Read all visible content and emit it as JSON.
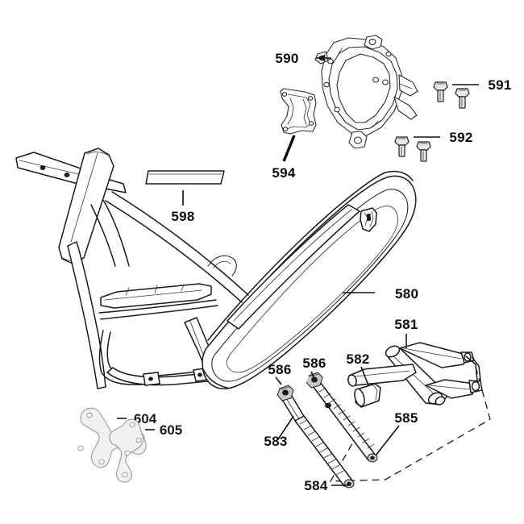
{
  "diagram": {
    "title": "Frame And Swingarm Exploded Parts Diagram",
    "background_color": "#ffffff",
    "line_color": "#1a1a1a",
    "label_color": "#0d0d0d",
    "ghost_part_color": "#f2f1ef"
  },
  "labels": {
    "n580": "580",
    "n581": "581",
    "n582": "582",
    "n583": "583",
    "n584": "584",
    "n585": "585",
    "n586a": "586",
    "n586b": "586",
    "n590": "590",
    "n591": "591",
    "n592": "592",
    "n594": "594",
    "n598": "598",
    "n604": "604",
    "n605": "605"
  },
  "parts": [
    {
      "ref": "580",
      "name": "main-frame",
      "description": "Motorcycle frame assembly with steering head, down tube, lower rails and rear seat loop",
      "leader": "horizontal line to rear frame loop"
    },
    {
      "ref": "581",
      "name": "swing-arm",
      "description": "Swing arm / rear fork pivot assembly",
      "leader": "vertical line down to swingarm"
    },
    {
      "ref": "582",
      "name": "bushing-sleeve",
      "description": "Cylindrical pivot bushing sleeve",
      "leader": "angled line down-right to bushing"
    },
    {
      "ref": "583",
      "name": "tie-rod-upper",
      "description": "Threaded tie rod / adjuster rod, upper",
      "leader": "angled line up-right to rod body"
    },
    {
      "ref": "584",
      "name": "tie-rod-lower",
      "description": "Threaded tie rod / adjuster rod, lower",
      "leader": "horizontal line right to rod end"
    },
    {
      "ref": "585",
      "name": "pivot-bolt",
      "description": "Pivot bolt / fastener at rod junction",
      "leader": "angled line down-left to bolt head"
    },
    {
      "ref": "586",
      "name": "rod-nut-a",
      "description": "Lock nut for tie rod",
      "leader": "angled line down-right to nut"
    },
    {
      "ref": "586",
      "name": "rod-nut-b",
      "description": "Lock nut for tie rod",
      "leader": "angled line down-right to nut"
    },
    {
      "ref": "590",
      "name": "engine-mount-plate",
      "description": "Hexagonal engine mount bracket ring with bolt holes",
      "leader": "horizontal line with arrowhead pointing right"
    },
    {
      "ref": "591",
      "name": "bolt-set-upper",
      "description": "Pair of hex head bolts",
      "leader": "horizontal line left to bolts"
    },
    {
      "ref": "592",
      "name": "bolt-set-lower",
      "description": "Pair of hex head bolts",
      "leader": "horizontal line left to bolts"
    },
    {
      "ref": "594",
      "name": "mount-bracket",
      "description": "Hourglass mounting bracket plate with four bolt holes",
      "leader": "thick diagonal line up-right to bracket"
    },
    {
      "ref": "598",
      "name": "frame-strip",
      "description": "Long flat rectangular strip / cover rail",
      "leader": "vertical line up to strip"
    },
    {
      "ref": "604",
      "name": "bracket-plate-left",
      "description": "Flat bracket plate with three mounting holes",
      "leader": "short horizontal line left to plate"
    },
    {
      "ref": "605",
      "name": "bracket-plate-right",
      "description": "Flat bracket plate with three mounting holes",
      "leader": "short horizontal line left to plate"
    }
  ]
}
